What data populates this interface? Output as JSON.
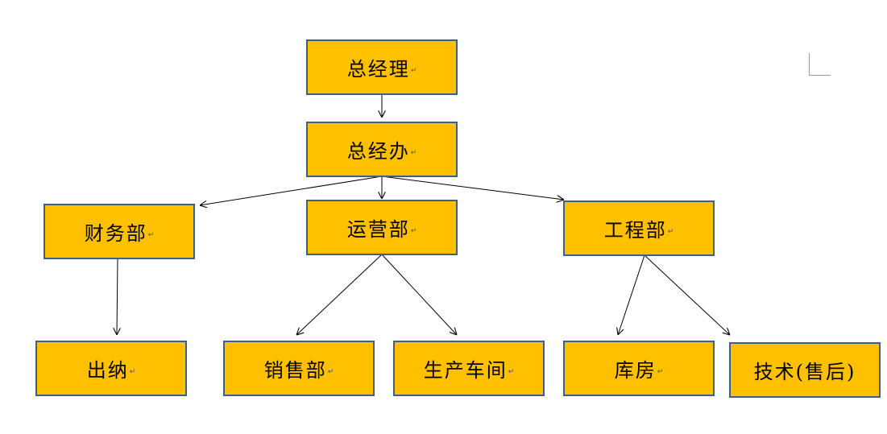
{
  "org_chart": {
    "general_manager": "总经理",
    "general_office": "总经办",
    "finance": "财务部",
    "operations": "运营部",
    "engineering": "工程部",
    "cashier": "出纳",
    "sales": "销售部",
    "workshop": "生产车间",
    "warehouse": "库房",
    "tech_after_sales": "技术(售后)"
  },
  "paragraph_mark": "↵",
  "colors": {
    "box_fill": "#FFC000",
    "box_border": "#3F5F7F",
    "line": "#000000"
  }
}
